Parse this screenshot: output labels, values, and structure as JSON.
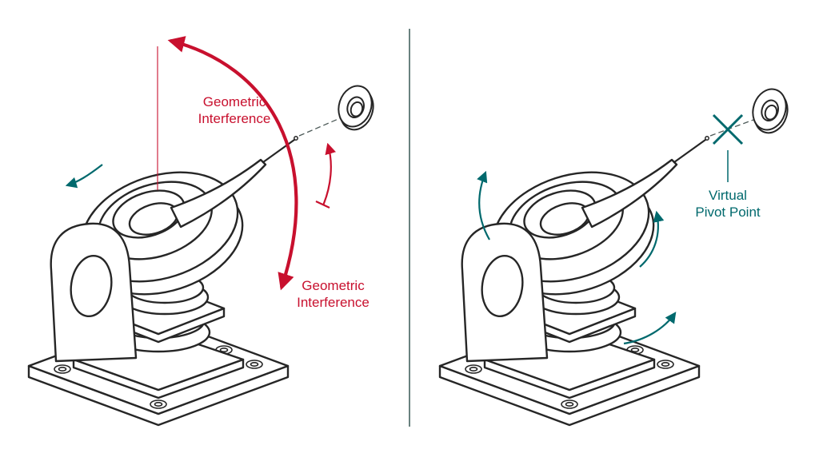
{
  "left_panel": {
    "interference_label_top": "Geometric\nInterference",
    "interference_label_bottom": "Geometric\nInterference"
  },
  "right_panel": {
    "virtual_pivot_label": "Virtual\nPivot Point"
  },
  "colors": {
    "red": "#c8102e",
    "teal": "#00696d",
    "ink": "#262626",
    "divider": "#44625f",
    "background": "#ffffff"
  }
}
